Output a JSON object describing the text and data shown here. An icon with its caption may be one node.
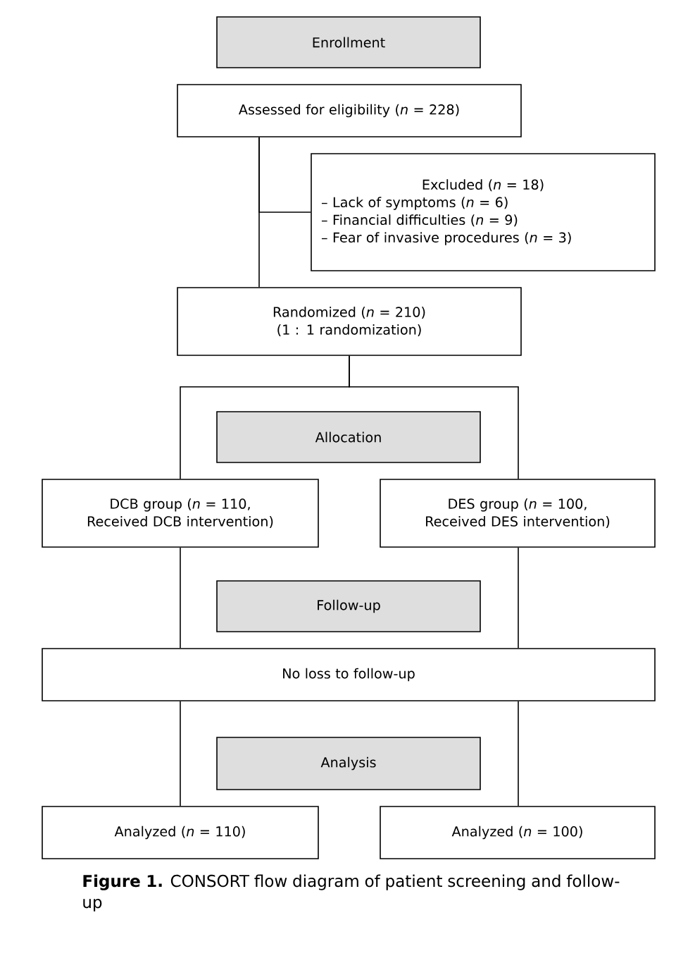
{
  "diagram": {
    "caption": "**Figure 1.** CONSORT flow diagram of patient screening and follow-up",
    "nodes": [
      {
        "text": [
          "Enrollment"
        ]
      },
      {
        "text": [
          "Assessed for eligibility (*n* = 228)"
        ]
      },
      {
        "text": [
          "Excluded (*n* = 18)",
          "– Lack of symptoms (*n* = 6)",
          "– Financial difficulties (*n* = 9)",
          "– Fear of invasive procedures (*n* = 3)"
        ]
      },
      {
        "text": [
          "Randomized (*n* = 210)",
          "(1 : 1 randomization)"
        ]
      },
      {
        "text": [
          "Allocation"
        ]
      },
      {
        "text": [
          "DCB group (*n* = 110, Received DCB intervention)"
        ]
      },
      {
        "text": [
          "DES group (*n* = 100, Received DES intervention)"
        ]
      },
      {
        "text": [
          "Follow-up"
        ]
      },
      {
        "text": [
          "No loss to follow-up"
        ]
      },
      {
        "text": [
          "Analysis"
        ]
      },
      {
        "text": [
          "Analyzed (*n* = 110)"
        ]
      },
      {
        "text": [
          "Analyzed (*n* = 100)"
        ]
      }
    ],
    "edges": [
      {
        "from": 1,
        "to": 3,
        "arrow": "none"
      },
      {
        "from": 1,
        "to": 2,
        "arrow": "none"
      },
      {
        "from": 3,
        "to": 5,
        "arrow": "none"
      },
      {
        "from": 3,
        "to": 6,
        "arrow": "none"
      },
      {
        "from": 5,
        "to": 8,
        "arrow": "none"
      },
      {
        "from": 6,
        "to": 8,
        "arrow": "none"
      },
      {
        "from": 8,
        "to": 10,
        "arrow": "none"
      },
      {
        "from": 8,
        "to": 11,
        "arrow": "none"
      }
    ]
  }
}
